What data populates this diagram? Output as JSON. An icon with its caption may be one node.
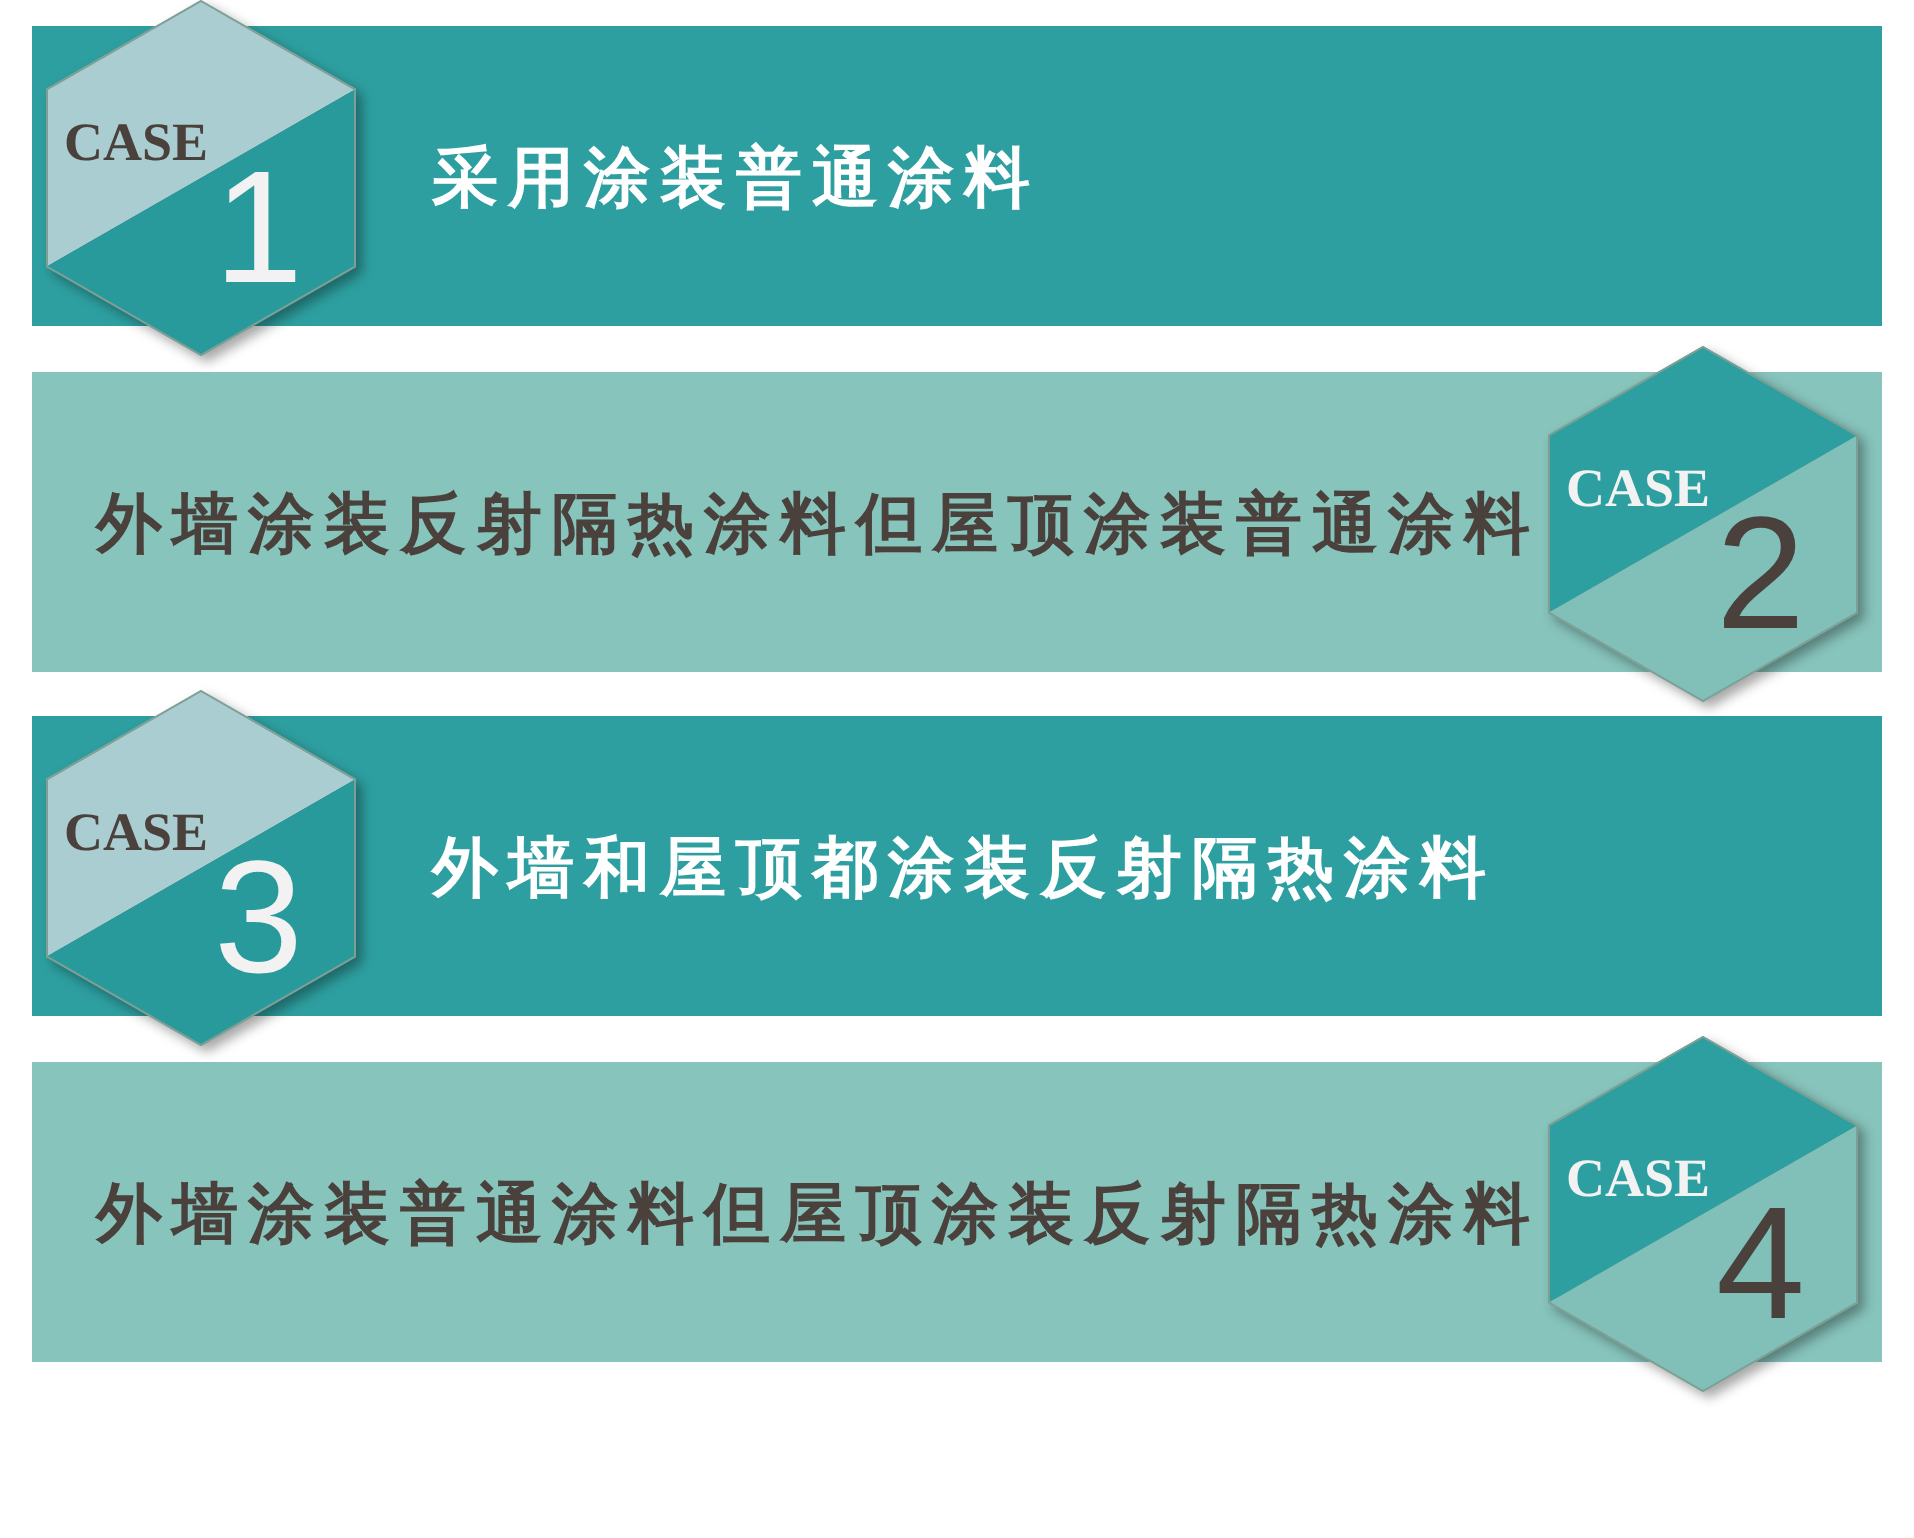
{
  "diagram": {
    "nodes": [
      {
        "text": [
          "CASE",
          "1"
        ]
      },
      {
        "text": [
          "采用涂装普通涂料"
        ]
      },
      {
        "text": [
          "外墙涂装反射隔热涂料但屋顶涂装普通涂料"
        ]
      },
      {
        "text": [
          "CASE",
          "2"
        ]
      },
      {
        "text": [
          "CASE",
          "3"
        ]
      },
      {
        "text": [
          "外墙和屋顶都涂装反射隔热涂料"
        ]
      },
      {
        "text": [
          "外墙涂装普通涂料但屋顶涂装反射隔热涂料"
        ]
      },
      {
        "text": [
          "CASE",
          "4"
        ]
      }
    ]
  }
}
